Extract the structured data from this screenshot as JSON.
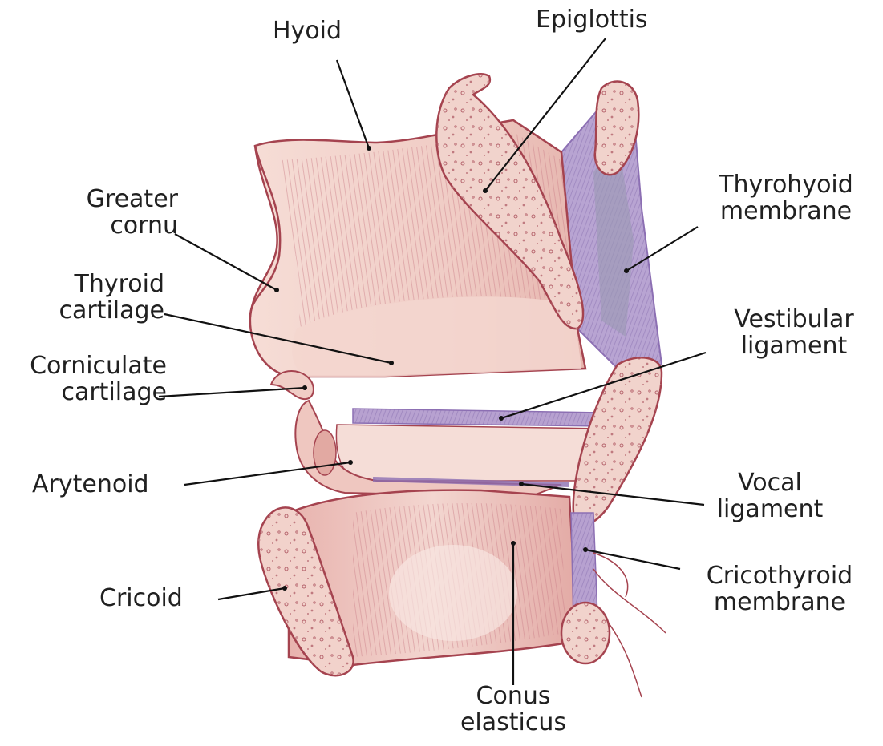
{
  "labels": {
    "hyoid": "Hyoid",
    "epiglottis": "Epiglottis",
    "greater_cornu": [
      "Greater",
      "cornu"
    ],
    "thyrohyoid_membrane": [
      "Thyrohyoid",
      "membrane"
    ],
    "thyroid_cartilage": [
      "Thyroid",
      "cartilage"
    ],
    "vestibular_ligament": [
      "Vestibular",
      "ligament"
    ],
    "corniculate_cartilage": [
      "Corniculate",
      "cartilage"
    ],
    "arytenoid": "Arytenoid",
    "vocal_ligament": [
      "Vocal",
      "ligament"
    ],
    "cricothyroid_membrane": [
      "Cricothyroid",
      "membrane"
    ],
    "cricoid": "Cricoid",
    "conus_elasticus": [
      "Conus",
      "elasticus"
    ]
  },
  "colors": {
    "cartilage": "#f2cfc8",
    "cartilage_shade": "#e2a9a2",
    "outline": "#a5434f",
    "membrane": "#a88fc6",
    "bone": "#f3d8cf",
    "pointer": "#111111"
  }
}
